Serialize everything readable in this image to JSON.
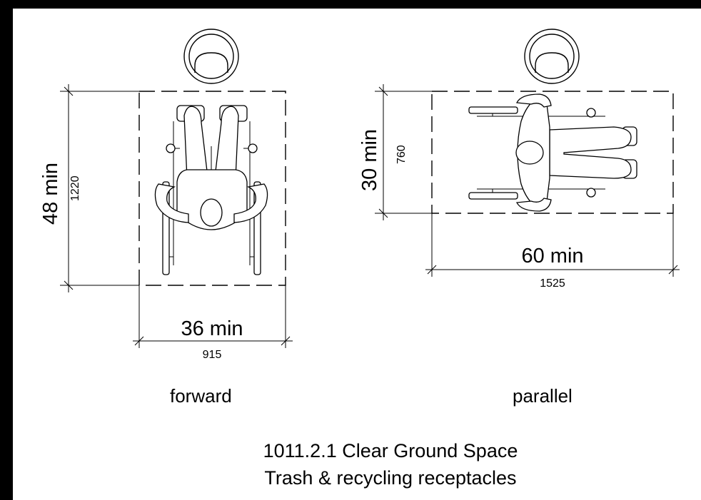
{
  "forward": {
    "label": "forward",
    "depth_imperial": "48 min",
    "depth_metric": "1220",
    "width_imperial": "36 min",
    "width_metric": "915"
  },
  "parallel": {
    "label": "parallel",
    "depth_imperial": "30 min",
    "depth_metric": "760",
    "width_imperial": "60 min",
    "width_metric": "1525"
  },
  "caption": {
    "line1": "1011.2.1 Clear Ground Space",
    "line2": "Trash & recycling receptacles"
  }
}
